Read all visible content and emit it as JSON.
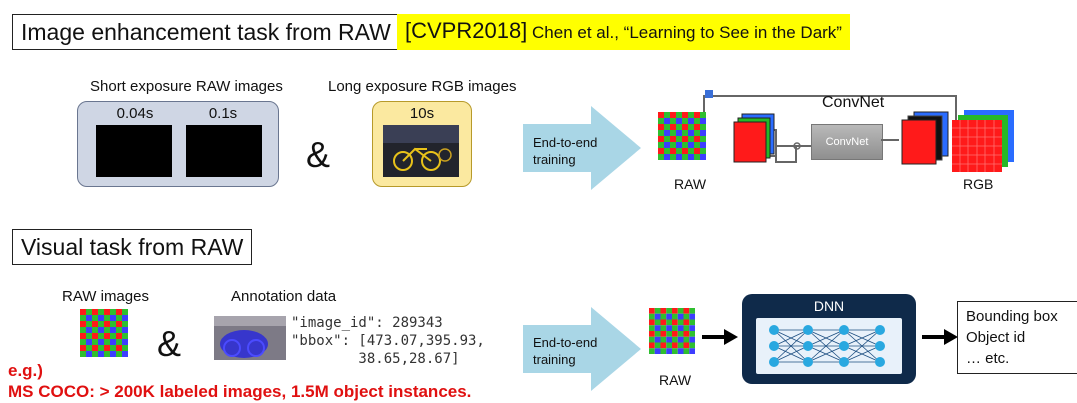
{
  "section1": {
    "title": "Image enhancement task from RAW",
    "reference_prefix": "[CVPR2018]",
    "reference_text": " Chen et al., “Learning to See in the Dark”",
    "short_caption": "Short exposure RAW images",
    "short_times": [
      "0.04s",
      "0.1s"
    ],
    "amp": "&",
    "long_caption": "Long exposure RGB images",
    "long_time": "10s",
    "arrow_label": "End-to-end training",
    "convnet_title": "ConvNet",
    "convnet_block": "ConvNet",
    "raw_label": "RAW",
    "rgb_label": "RGB",
    "colors": {
      "short_panel": "#cfd6e4",
      "long_panel": "#fbe9a0",
      "arrow": "#a9d6e6"
    }
  },
  "section2": {
    "title": "Visual task from RAW",
    "raw_caption": "RAW images",
    "amp": "&",
    "annotation_caption": "Annotation data",
    "annotation_lines": [
      "\"image_id\": 289343",
      "\"bbox\": [473.07,395.93,",
      "        38.65,28.67]"
    ],
    "arrow_label": "End-to-end training",
    "raw_label": "RAW",
    "dnn_label": "DNN",
    "outputs": [
      "Bounding box",
      "Object id",
      "… etc."
    ],
    "colors": {
      "dnn_bg": "#0f2a4a",
      "dnn_inner": "#e8f1fa",
      "node": "#29a8e0"
    }
  },
  "footnote": {
    "prefix": "e.g.)",
    "text": "MS COCO: > 200K labeled images, 1.5M object instances."
  },
  "bayer_colors": {
    "red": "#ff1a1a",
    "green": "#2fbf2f",
    "blue": "#3d3dff"
  }
}
